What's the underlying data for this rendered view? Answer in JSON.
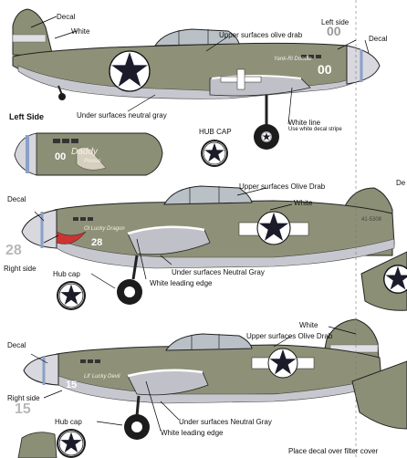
{
  "top": {
    "decal_left": "Decal",
    "white": "White",
    "upper": "Upper surfaces olive drab",
    "left_side": "Left side",
    "number": "00",
    "decal_right": "Decal",
    "under": "Under surfaces neutral gray",
    "white_line": "White line",
    "white_line_note": "Use white decal stripe",
    "nose_art": "Yank-Ri Doodle"
  },
  "detail": {
    "title": "Left Side",
    "hub_cap": "HUB CAP",
    "number": "00",
    "nose_art": "Daddy",
    "nose_art_sub": "Please"
  },
  "mid": {
    "white": "White",
    "upper": "Upper surfaces Olive Drab",
    "decal_left": "Decal",
    "decal_right": "De",
    "ghost_number": "28",
    "right_side": "Right side",
    "number": "28",
    "hub_cap": "Hub cap",
    "under": "Under surfaces Neutral Gray",
    "leading": "White leading edge",
    "nose_art": "Ol Lucky Dragon",
    "serial": "41-5308"
  },
  "bottom": {
    "white": "White",
    "upper": "Upper surfaces Olive Drab",
    "decal_left": "Decal",
    "right_side": "Right side",
    "ghost_number": "15",
    "number": "15",
    "hub_cap": "Hub cap",
    "under": "Under surfaces Neutral Gray",
    "leading": "White leading edge",
    "filter_note": "Place decal over filter cover",
    "nose_art": "Lil' Lucky Devil"
  }
}
